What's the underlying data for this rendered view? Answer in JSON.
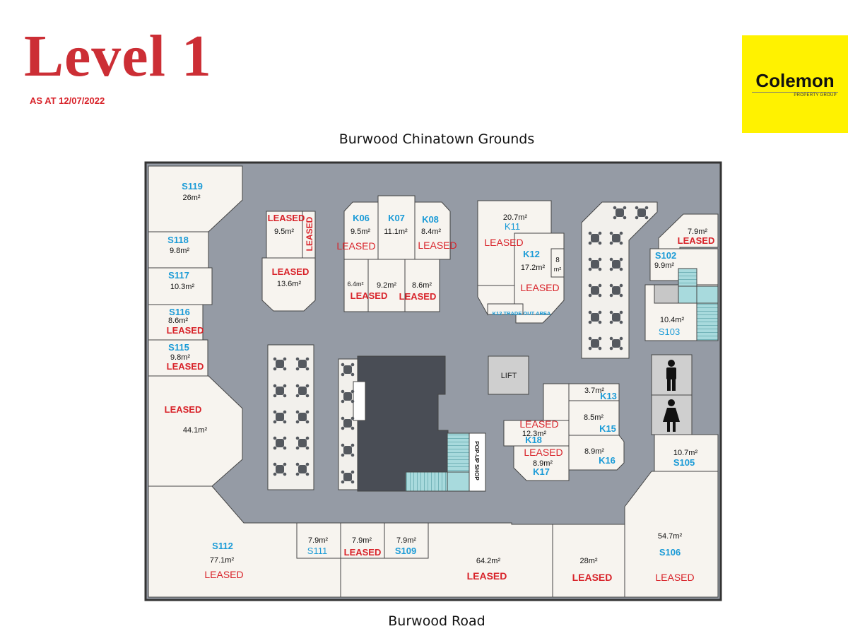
{
  "header": {
    "title": "Level 1",
    "date": "AS AT 12/07/2022"
  },
  "logo": {
    "name": "Colemon",
    "sub": "PROPERTY GROUP",
    "bg": "#fff200"
  },
  "streets": {
    "top": "Burwood Chinatown Grounds",
    "bottom": "Burwood Road"
  },
  "colors": {
    "title": "#cc2e35",
    "leased": "#d8232a",
    "shop_id": "#1b9bd7",
    "floor": "#959ba5",
    "tenancy": "#f7f4ef",
    "void": "#494d55",
    "stair": "#a8dadd"
  },
  "labels": {
    "leased": "LEASED",
    "lift": "LIFT",
    "popup_shop": "POP-UP SHOP",
    "k12_trade_out": "K12 TRADE OUT AREA",
    "k12_extra_area": "8",
    "k12_extra_unit": "m²"
  },
  "shops": {
    "S119": {
      "id": "S119",
      "area": "26m²"
    },
    "S118": {
      "id": "S118",
      "area": "9.8m²"
    },
    "S117": {
      "id": "S117",
      "area": "10.3m²"
    },
    "S116": {
      "id": "S116",
      "area": "8.6m²"
    },
    "S115": {
      "id": "S115",
      "area": "9.8m²"
    },
    "S113": {
      "area": "44.1m²"
    },
    "S112": {
      "id": "S112",
      "area": "77.1m²"
    },
    "S111": {
      "id": "S111",
      "area": "7.9m²"
    },
    "S110": {
      "area": "7.9m²"
    },
    "S109": {
      "id": "S109",
      "area": "7.9m²"
    },
    "S108": {
      "area": "64.2m²"
    },
    "S107": {
      "area": "28m²"
    },
    "S106": {
      "id": "S106",
      "area": "54.7m²"
    },
    "S105": {
      "id": "S105",
      "area": "10.7m²"
    },
    "S103": {
      "id": "S103",
      "area": "10.4m²"
    },
    "S102": {
      "id": "S102",
      "area": "9.9m²"
    },
    "S101": {
      "area": "7.9m²"
    },
    "K01": {
      "area": "9.5m²"
    },
    "K02": {
      "area": "13.6m²"
    },
    "K06": {
      "id": "K06",
      "area": "9.5m²"
    },
    "K07": {
      "id": "K07",
      "area": "11.1m²"
    },
    "K08": {
      "id": "K08",
      "area": "8.4m²"
    },
    "K05": {
      "area": "6.4m²"
    },
    "K04": {
      "area": "9.2m²"
    },
    "K03": {
      "area": "8.6m²"
    },
    "K11": {
      "id": "K11",
      "area": "20.7m²"
    },
    "K12": {
      "id": "K12",
      "area": "17.2m²"
    },
    "K13": {
      "id": "K13",
      "area": "3.7m²"
    },
    "K15": {
      "id": "K15",
      "area": "8.5m²"
    },
    "K16": {
      "id": "K16",
      "area": "8.9m²"
    },
    "K18": {
      "id": "K18",
      "area": "12.3m²"
    },
    "K17": {
      "id": "K17",
      "area": "8.9m²"
    }
  }
}
